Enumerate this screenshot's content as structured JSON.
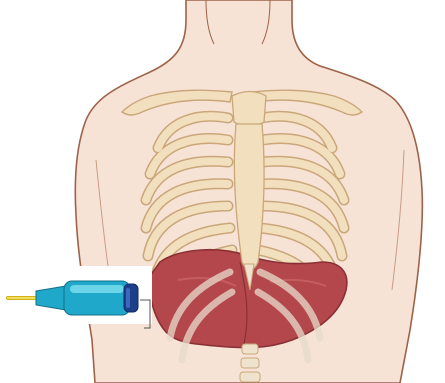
{
  "figure": {
    "background": "#ffffff",
    "colors": {
      "skin": "#f5e0d3",
      "skin_outline": "#a0654b",
      "bone": "#f2dfbd",
      "bone_outline": "#c9a77a",
      "cartilage": "#ece8df",
      "liver": "#b4474c",
      "liver_dark": "#8a3035",
      "probe_body": "#1fa8c9",
      "probe_highlight": "#7fe0f0",
      "probe_cap": "#1c3f8a",
      "probe_tip": "#e0c020"
    },
    "elements": [
      "torso-outline",
      "neck",
      "clavicles",
      "sternum",
      "rib-cage",
      "liver",
      "ultrasound-probe"
    ]
  }
}
